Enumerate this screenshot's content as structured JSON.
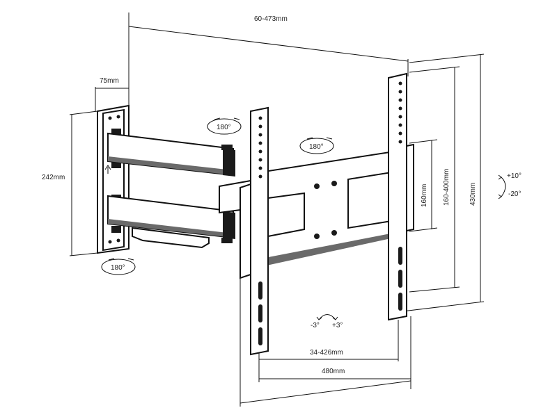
{
  "dimensions": {
    "depth": "60-473mm",
    "wall_plate_width": "75mm",
    "wall_plate_height": "242mm",
    "vesa_vertical_inner": "160mm",
    "vesa_vertical_range": "160-400mm",
    "bracket_height": "430mm",
    "vesa_horizontal_range": "34-426mm",
    "bracket_width": "480mm"
  },
  "rotation_labels": {
    "swivel_arm_top": "180°",
    "swivel_arm_mid": "180°",
    "swivel_wall": "180°",
    "tilt_up": "+10°",
    "tilt_down": "-20°",
    "level_minus": "-3°",
    "level_plus": "+3°"
  },
  "colors": {
    "line": "#111111",
    "fill_dark": "#1a1a1a",
    "fill_grey": "#6a6a6a",
    "text": "#222222"
  }
}
